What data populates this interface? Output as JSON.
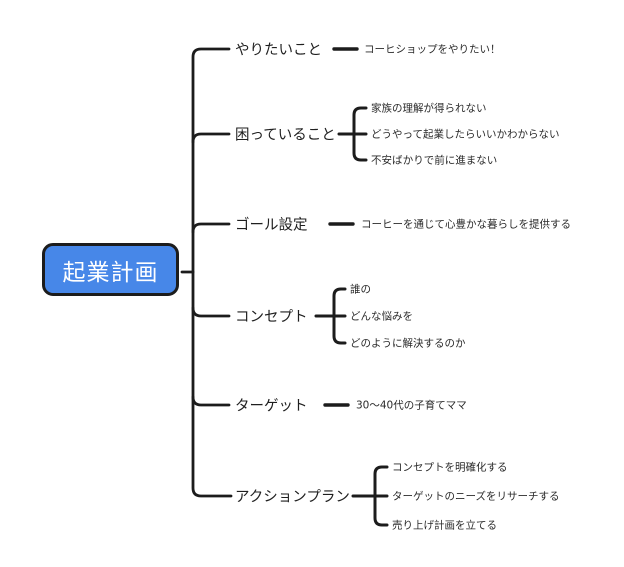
{
  "mindmap": {
    "root": {
      "label": "起業計画"
    },
    "branches": [
      {
        "label": "やりたいこと",
        "children": [
          "コーヒショップをやりたい！"
        ]
      },
      {
        "label": "困っていること",
        "children": [
          "家族の理解が得られない",
          "どうやって起業したらいいかわからない",
          "不安ばかりで前に進まない"
        ]
      },
      {
        "label": "ゴール設定",
        "children": [
          "コーヒーを通じて心豊かな暮らしを提供する"
        ]
      },
      {
        "label": "コンセプト",
        "children": [
          "誰の",
          "どんな悩みを",
          "どのように解決するのか"
        ]
      },
      {
        "label": "ターゲット",
        "children": [
          "30〜40代の子育てママ"
        ]
      },
      {
        "label": "アクションプラン",
        "children": [
          "コンセプトを明確化する",
          "ターゲットのニーズをリサーチする",
          "売り上げ計画を立てる"
        ]
      }
    ],
    "colors": {
      "root_fill": "#4787e8",
      "root_text": "#ffffff",
      "line": "#1c1c1c",
      "label_text": "#1f1f1f",
      "child_text": "#2a2a2a",
      "background": "#ffffff"
    }
  }
}
